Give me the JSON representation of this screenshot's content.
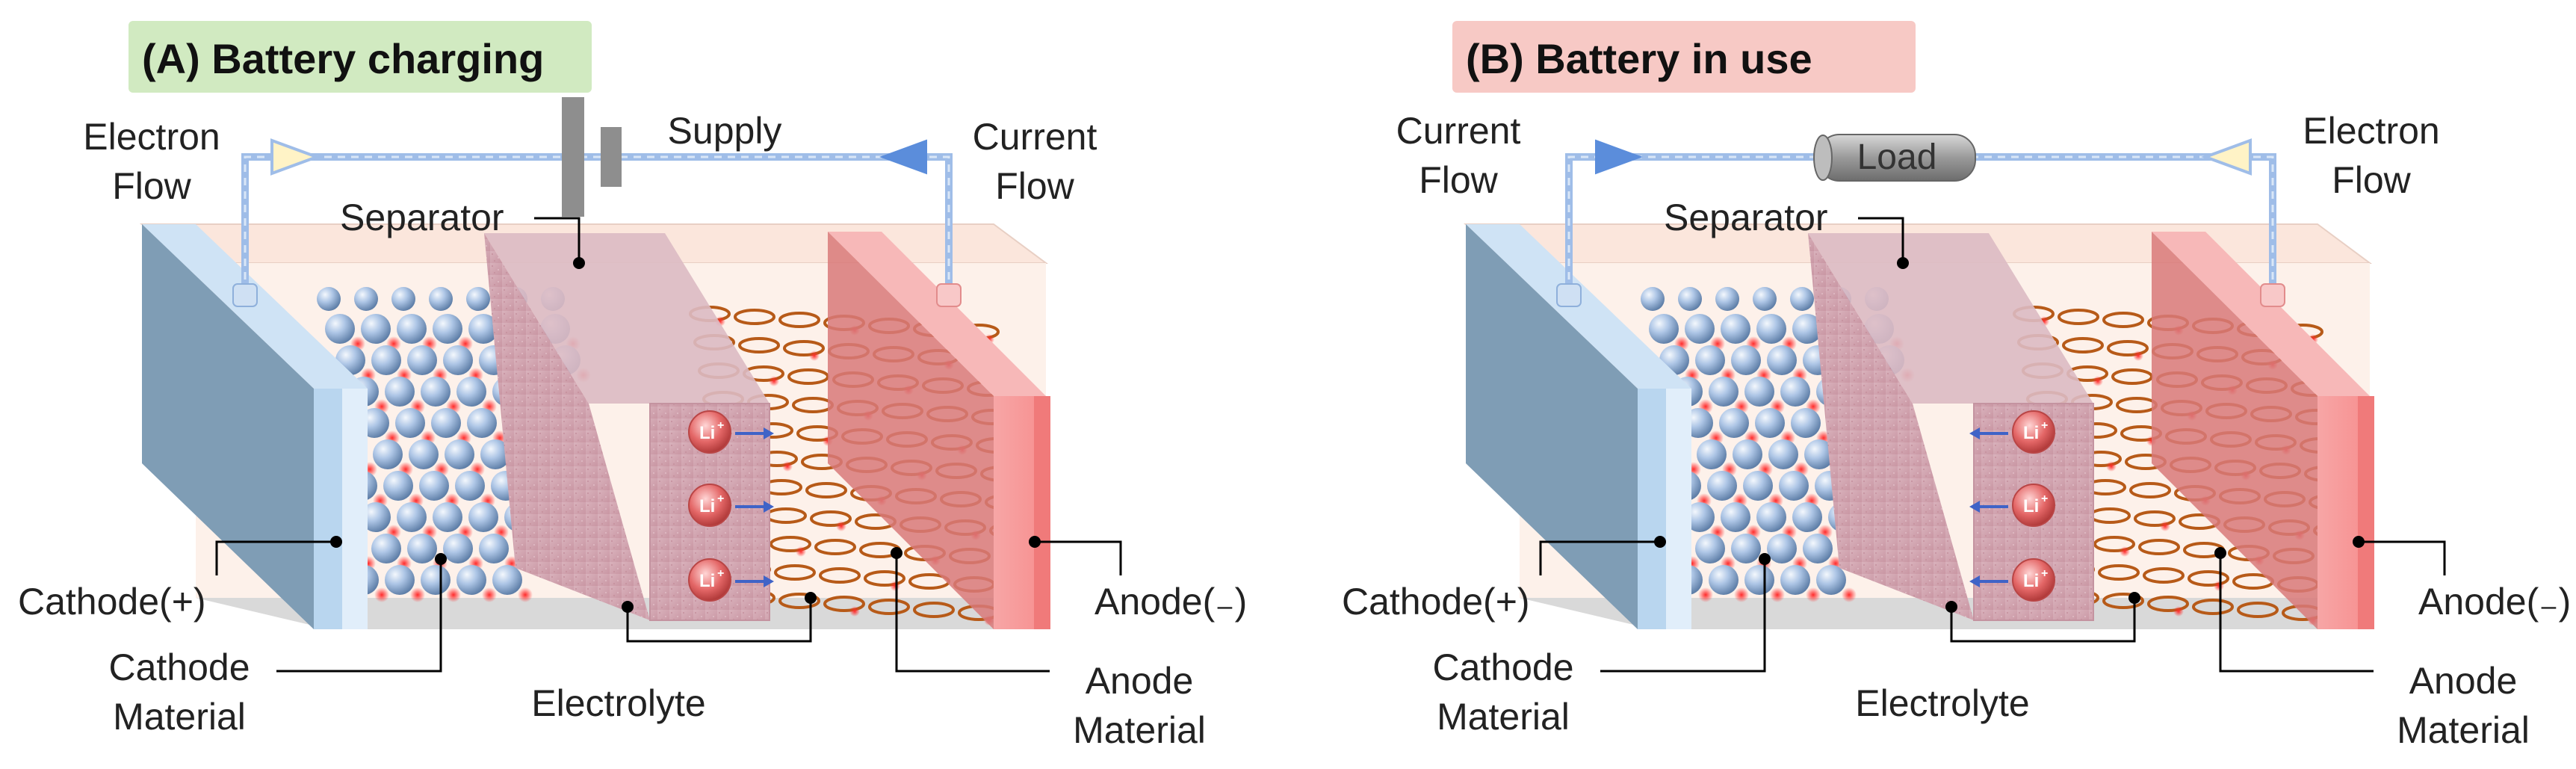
{
  "panels": [
    {
      "title": "(A) Battery charging",
      "title_color": "#c9e6b6",
      "top_left_label": [
        "Electron",
        "Flow"
      ],
      "top_right_label": [
        "Current",
        "Flow"
      ],
      "top_center_label": "Supply",
      "center_icon": "power-supply-plates-icon",
      "separator": "Separator",
      "cathode": "Cathode(+)",
      "cathode_material": [
        "Cathode",
        "Material"
      ],
      "electrolyte": "Electrolyte",
      "anode_material": [
        "Anode",
        "Material"
      ],
      "anode": "Anode(₋)",
      "ion_label": "Li",
      "ion_charge": "+",
      "ion_direction": "toward anode"
    },
    {
      "title": "(B) Battery in use",
      "title_color": "#f6c0bb",
      "top_left_label": [
        "Current",
        "Flow"
      ],
      "top_right_label": [
        "Electron",
        "Flow"
      ],
      "top_center_label": "Load",
      "center_icon": "load-resistor-icon",
      "separator": "Separator",
      "cathode": "Cathode(+)",
      "cathode_material": [
        "Cathode",
        "Material"
      ],
      "electrolyte": "Electrolyte",
      "anode_material": [
        "Anode",
        "Material"
      ],
      "anode": "Anode(₋)",
      "ion_label": "Li",
      "ion_charge": "+",
      "ion_direction": "toward cathode"
    }
  ],
  "colors": {
    "cathode_front": "#7f9db5",
    "cathode_edge": "#b9d6ef",
    "anode_front": "#f9a3a3",
    "anode_side": "#d87979",
    "separator": "#d6a9b4",
    "wire": "#9fbde8",
    "sphere": "#a7c1e2",
    "ion": "#e05757",
    "lattice": "#b75a18"
  }
}
